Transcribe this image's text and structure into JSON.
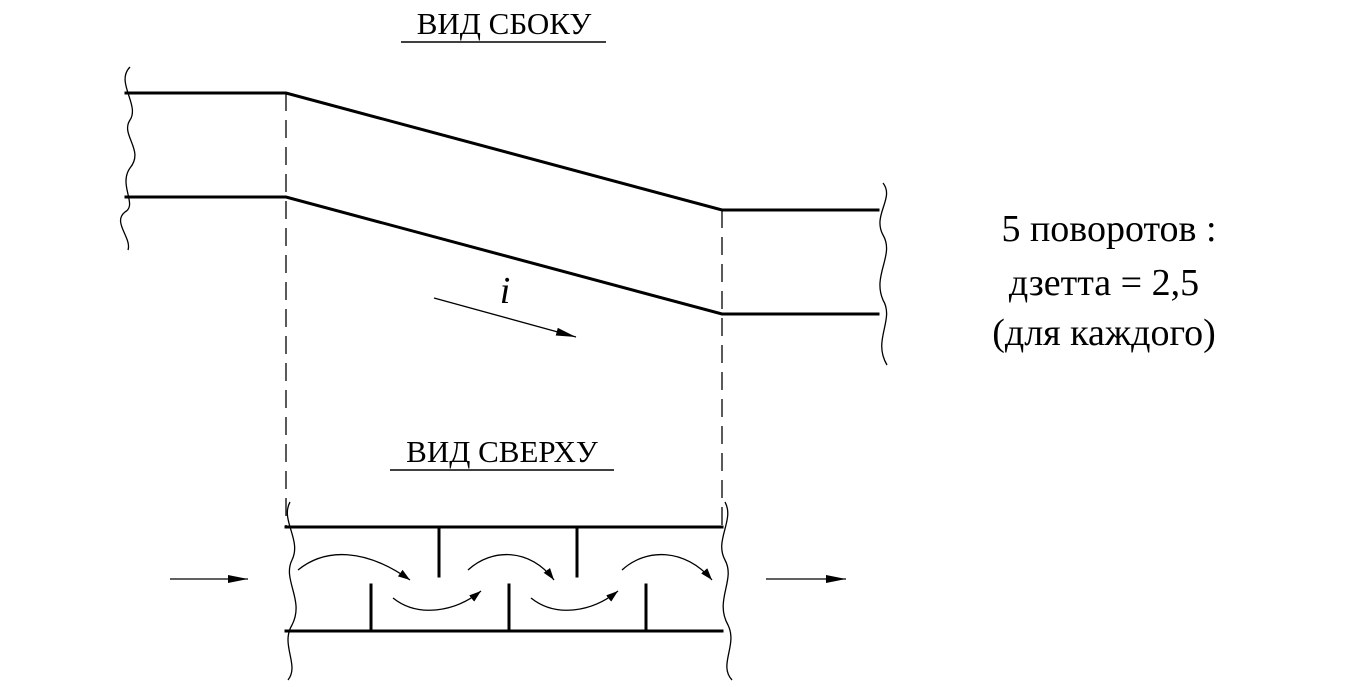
{
  "side_view": {
    "title": "ВИД СБОКУ",
    "slope_label": "i"
  },
  "top_view": {
    "title": "ВИД СВЕРХУ"
  },
  "note": {
    "line1": "5 поворотов :",
    "line2": "дзетта  = 2,5",
    "line3": "(для каждого)"
  },
  "baffles": {
    "turns": 5
  }
}
